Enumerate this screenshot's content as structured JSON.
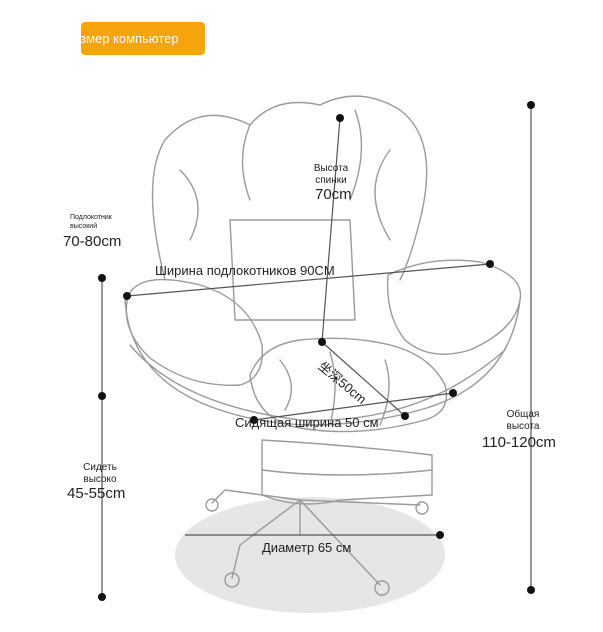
{
  "header": {
    "badge_text": "азмер компьютер",
    "badge_color": "#f5a50a"
  },
  "labels": {
    "back_height_line1": "Высота",
    "back_height_line2": "спинки",
    "back_height_value": "70cm",
    "armrest_height_line1": "Подлокотник",
    "armrest_height_line2": "высокий",
    "armrest_height_value": "70-80cm",
    "armrest_width": "Ширина подлокотников 90CM",
    "seat_depth": "坐深50cm",
    "seat_width": "Сидящая ширина 50 см",
    "seat_height_line1": "Сидеть",
    "seat_height_line2": "высоко",
    "seat_height_value": "45-55cm",
    "total_height_line1": "Общая",
    "total_height_line2": "высота",
    "total_height_value": "110-120cm",
    "base_diameter": "Диаметр 65 см"
  },
  "colors": {
    "outline": "#9a9a9a",
    "dimension_line": "#555555",
    "dot": "#111111",
    "shadow": "#e6e6e6"
  }
}
